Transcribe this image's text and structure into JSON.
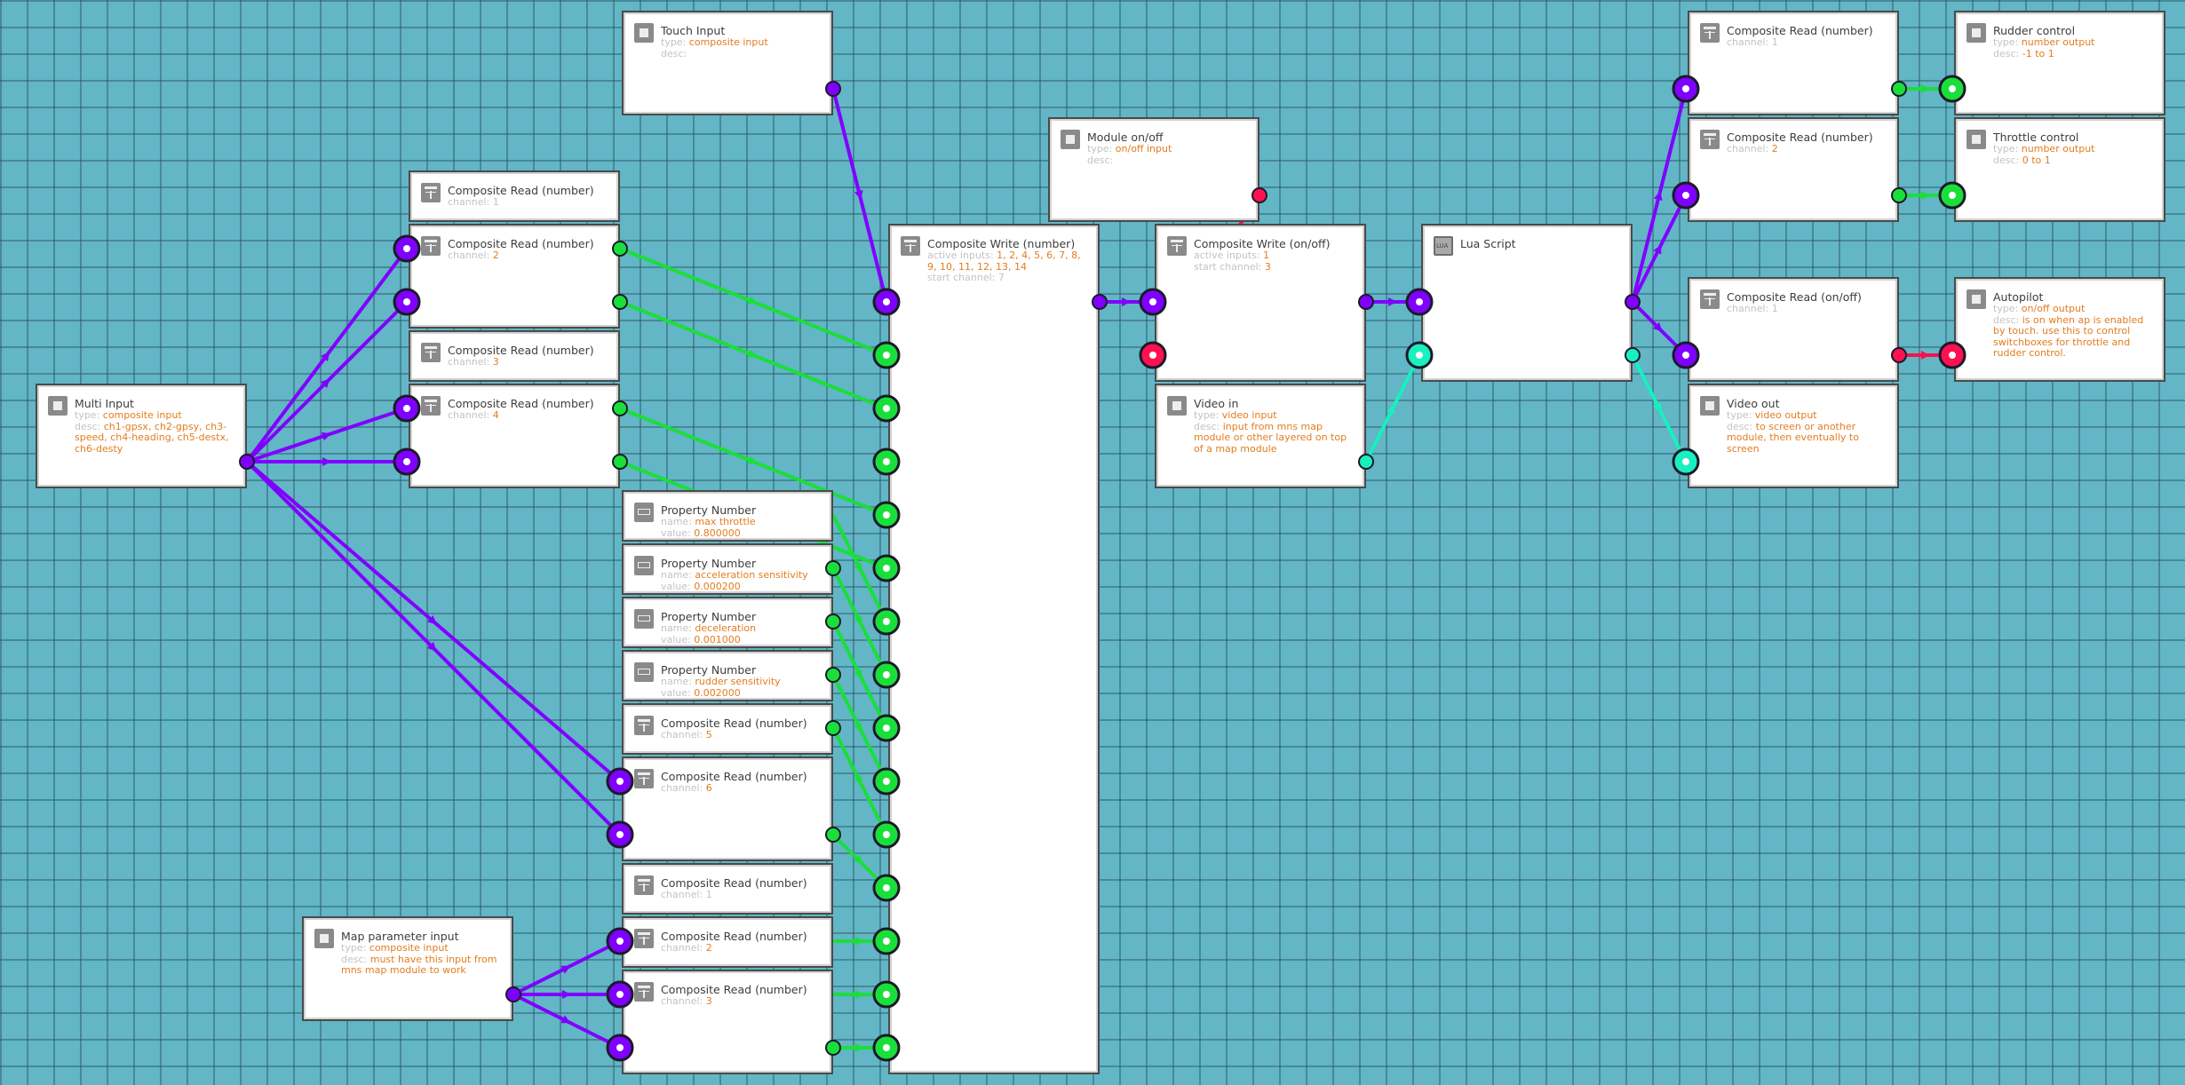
{
  "colors": {
    "background": "#62b6c6",
    "composite": "#8000ff",
    "number": "#1adf3a",
    "onoff": "#ff1050",
    "video": "#18f0c0",
    "value_text": "#e27d1e",
    "key_text": "#c3c3c3"
  },
  "nodes": {
    "touch_input": {
      "title": "Touch Input",
      "type_label": "type:",
      "type": "composite input",
      "desc_label": "desc:",
      "desc": ""
    },
    "module_onoff": {
      "title": "Module on/off",
      "type_label": "type:",
      "type": "on/off input",
      "desc_label": "desc:",
      "desc": ""
    },
    "multi_input": {
      "title": "Multi Input",
      "type_label": "type:",
      "type": "composite input",
      "desc_label": "desc:",
      "desc": "ch1-gpsx, ch2-gpsy, ch3-speed, ch4-heading, ch5-destx, ch6-desty"
    },
    "map_param": {
      "title": "Map parameter input",
      "type_label": "type:",
      "type": "composite input",
      "desc_label": "desc:",
      "desc": "must have this input from mns map module to work"
    },
    "cr_top_1": {
      "title": "Composite Read (number)",
      "ch_label": "channel:",
      "channel": "1"
    },
    "cr_top_2": {
      "title": "Composite Read (number)",
      "ch_label": "channel:",
      "channel": "2"
    },
    "cr_top_3": {
      "title": "Composite Read (number)",
      "ch_label": "channel:",
      "channel": "3"
    },
    "cr_top_4": {
      "title": "Composite Read (number)",
      "ch_label": "channel:",
      "channel": "4"
    },
    "prop_max_throttle": {
      "title": "Property Number",
      "name_label": "name:",
      "name": "max throttle",
      "value_label": "value:",
      "value": "0.800000"
    },
    "prop_accel": {
      "title": "Property Number",
      "name_label": "name:",
      "name": "acceleration sensitivity",
      "value_label": "value:",
      "value": "0.000200"
    },
    "prop_decel": {
      "title": "Property Number",
      "name_label": "name:",
      "name": "deceleration",
      "value_label": "value:",
      "value": "0.001000"
    },
    "prop_rudder": {
      "title": "Property Number",
      "name_label": "name:",
      "name": "rudder sensitivity",
      "value_label": "value:",
      "value": "0.002000"
    },
    "cr_mid_5": {
      "title": "Composite Read (number)",
      "ch_label": "channel:",
      "channel": "5"
    },
    "cr_mid_6": {
      "title": "Composite Read (number)",
      "ch_label": "channel:",
      "channel": "6"
    },
    "cr_bot_1": {
      "title": "Composite Read (number)",
      "ch_label": "channel:",
      "channel": "1"
    },
    "cr_bot_2": {
      "title": "Composite Read (number)",
      "ch_label": "channel:",
      "channel": "2"
    },
    "cr_bot_3": {
      "title": "Composite Read (number)",
      "ch_label": "channel:",
      "channel": "3"
    },
    "cw_number": {
      "title": "Composite Write (number)",
      "active_label": "active inputs:",
      "active": "1, 2, 4, 5, 6, 7, 8, 9, 10, 11, 12, 13, 14",
      "start_label": "start channel:",
      "start": "7"
    },
    "cw_onoff": {
      "title": "Composite Write (on/off)",
      "active_label": "active inputs:",
      "active": "1",
      "start_label": "start channel:",
      "start": "3"
    },
    "video_in": {
      "title": "Video in",
      "type_label": "type:",
      "type": "video input",
      "desc_label": "desc:",
      "desc": "input from mns map module or other layered on top of a map module"
    },
    "lua_script": {
      "title": "Lua Script"
    },
    "cr_right_1": {
      "title": "Composite Read (number)",
      "ch_label": "channel:",
      "channel": "1"
    },
    "cr_right_2": {
      "title": "Composite Read (number)",
      "ch_label": "channel:",
      "channel": "2"
    },
    "cr_onoff_1": {
      "title": "Composite Read (on/off)",
      "ch_label": "channel:",
      "channel": "1"
    },
    "video_out": {
      "title": "Video out",
      "type_label": "type:",
      "type": "video output",
      "desc_label": "desc:",
      "desc": "to screen or another module, then eventually to screen"
    },
    "rudder_control": {
      "title": "Rudder control",
      "type_label": "type:",
      "type": "number output",
      "desc_label": "desc:",
      "desc": "-1 to 1"
    },
    "throttle_control": {
      "title": "Throttle control",
      "type_label": "type:",
      "type": "number output",
      "desc_label": "desc:",
      "desc": "0 to 1"
    },
    "autopilot": {
      "title": "Autopilot",
      "type_label": "type:",
      "type": "on/off output",
      "desc_label": "desc:",
      "desc": "is on when ap is enabled by touch. use this to control switchboxes for throttle and rudder control."
    }
  }
}
